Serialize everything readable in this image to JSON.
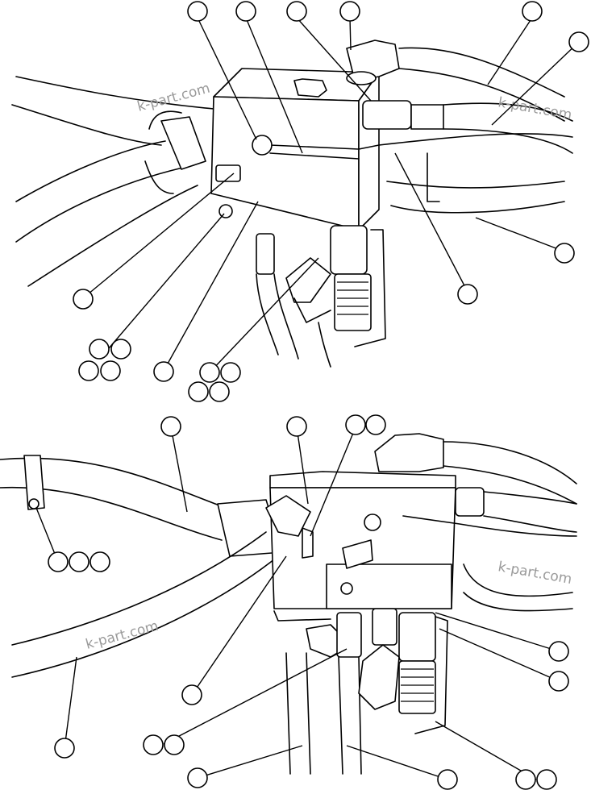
{
  "watermark": {
    "text": "k-part.com",
    "color": "#9a9a9a"
  },
  "diagram": {
    "kind": "exploded parts diagram",
    "callout_style": "blank circles"
  }
}
